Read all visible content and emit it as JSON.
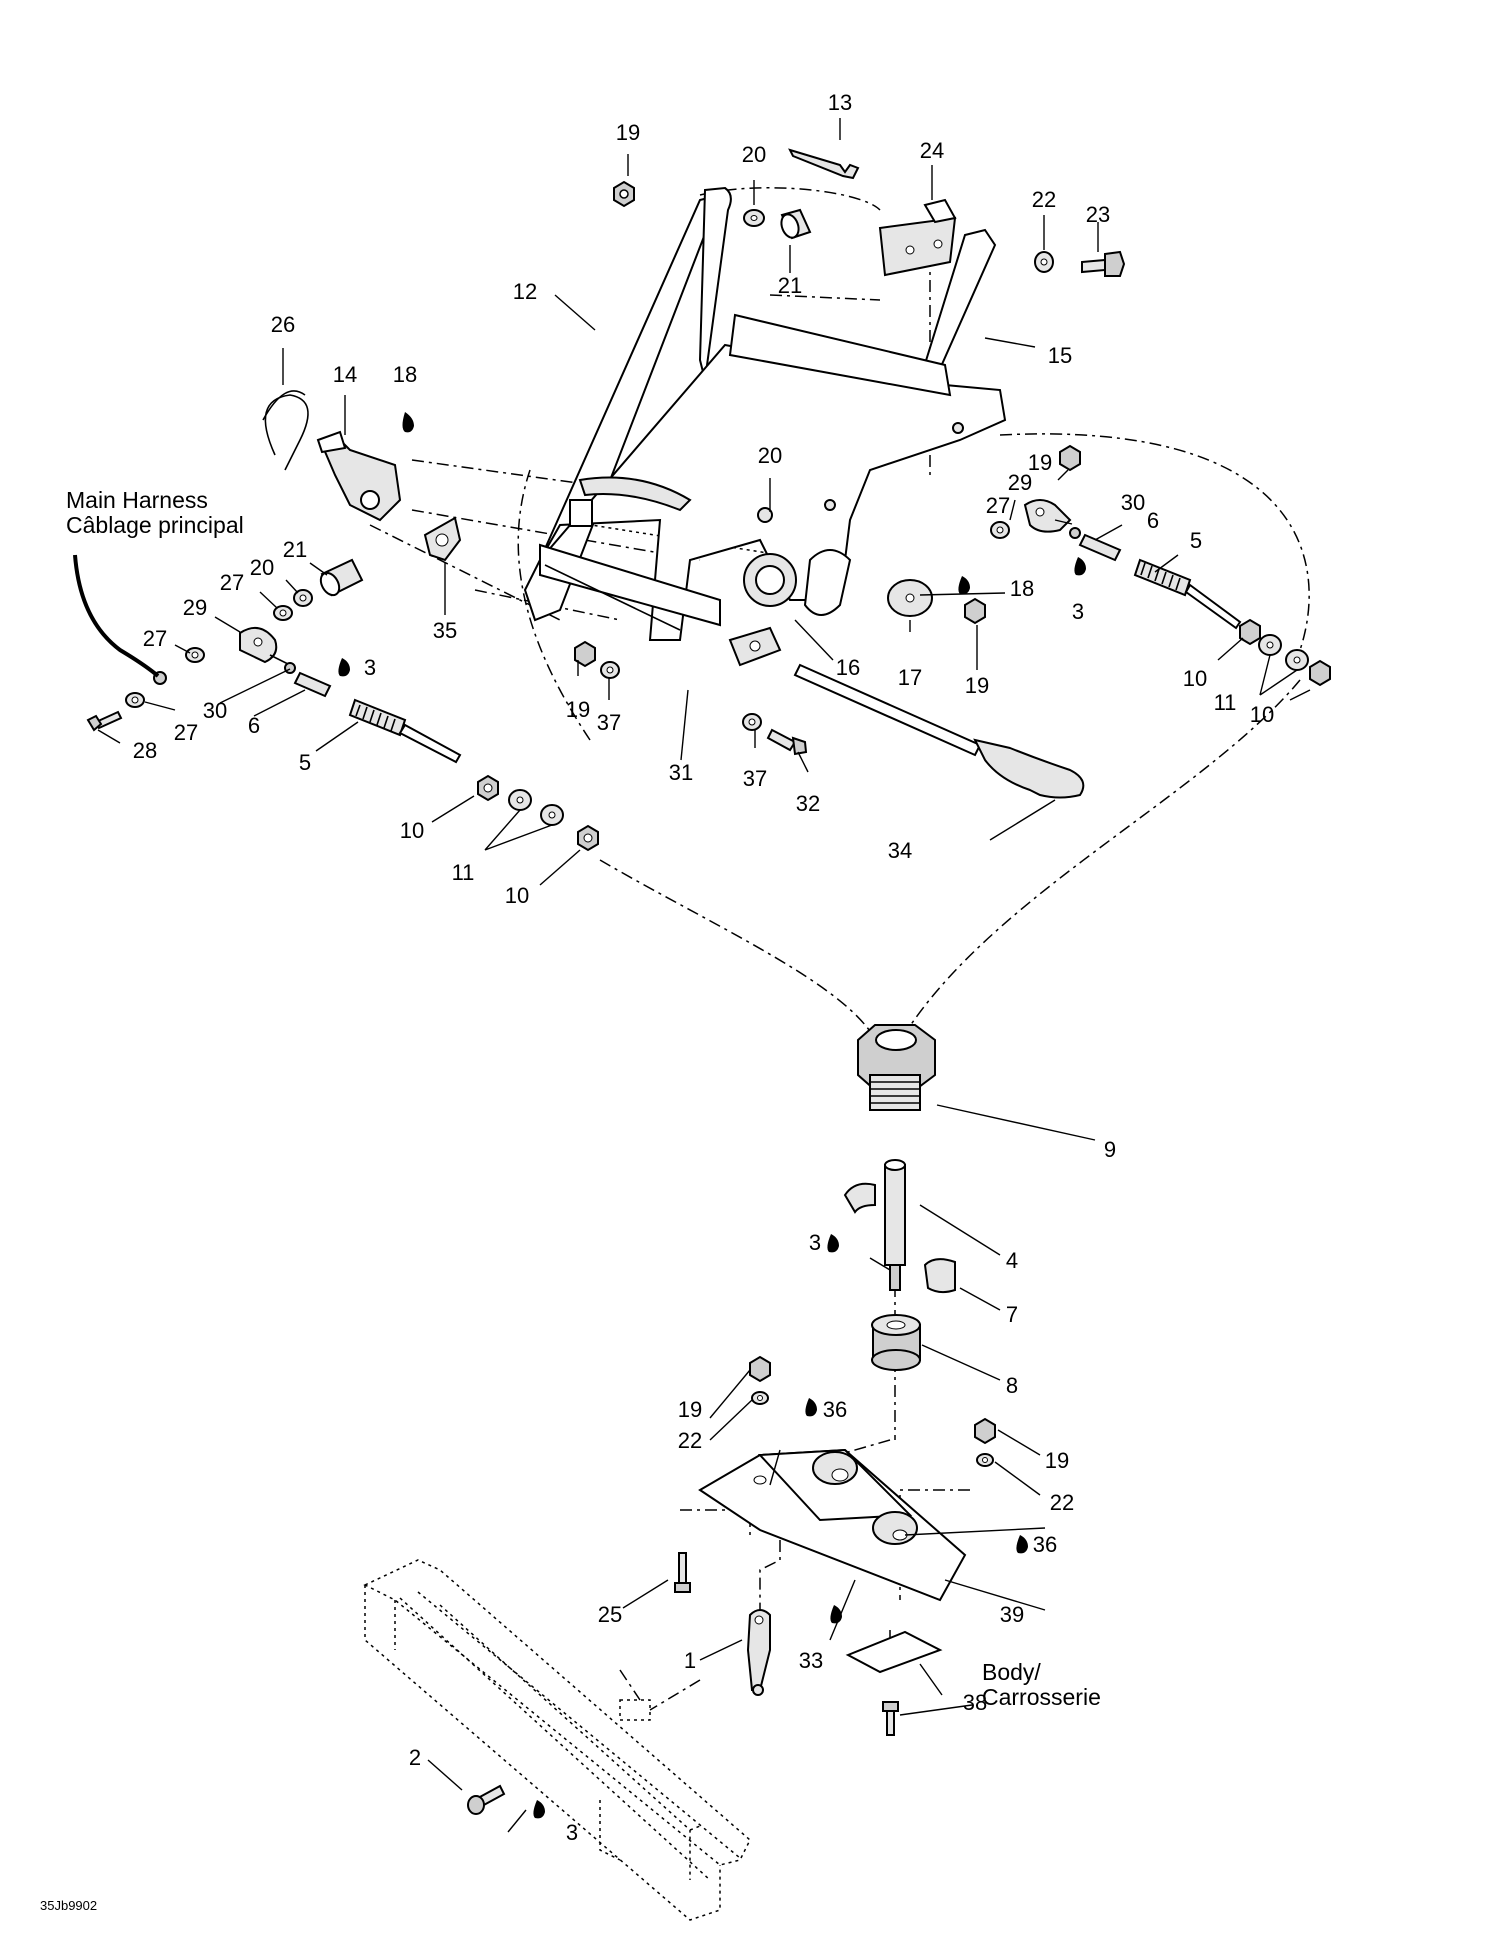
{
  "diagram": {
    "drawing_code": "35Jb9902",
    "notes": {
      "main_harness_en": "Main Harness",
      "main_harness_fr": "Câblage principal",
      "body_en": "Body/",
      "body_fr": "Carrosserie"
    },
    "callouts": [
      "13",
      "19",
      "20",
      "24",
      "22",
      "23",
      "21",
      "12",
      "15",
      "26",
      "14",
      "18",
      "20",
      "19",
      "29",
      "30",
      "27",
      "6",
      "5",
      "21",
      "20",
      "27",
      "29",
      "27",
      "3",
      "35",
      "18",
      "16",
      "17",
      "19",
      "3",
      "30",
      "6",
      "28",
      "27",
      "5",
      "19",
      "37",
      "31",
      "37",
      "32",
      "10",
      "11",
      "10",
      "34",
      "10",
      "11",
      "10",
      "9",
      "4",
      "3",
      "7",
      "8",
      "19",
      "36",
      "22",
      "19",
      "22",
      "36",
      "25",
      "39",
      "1",
      "33",
      "Body",
      "38",
      "2",
      "3"
    ]
  }
}
